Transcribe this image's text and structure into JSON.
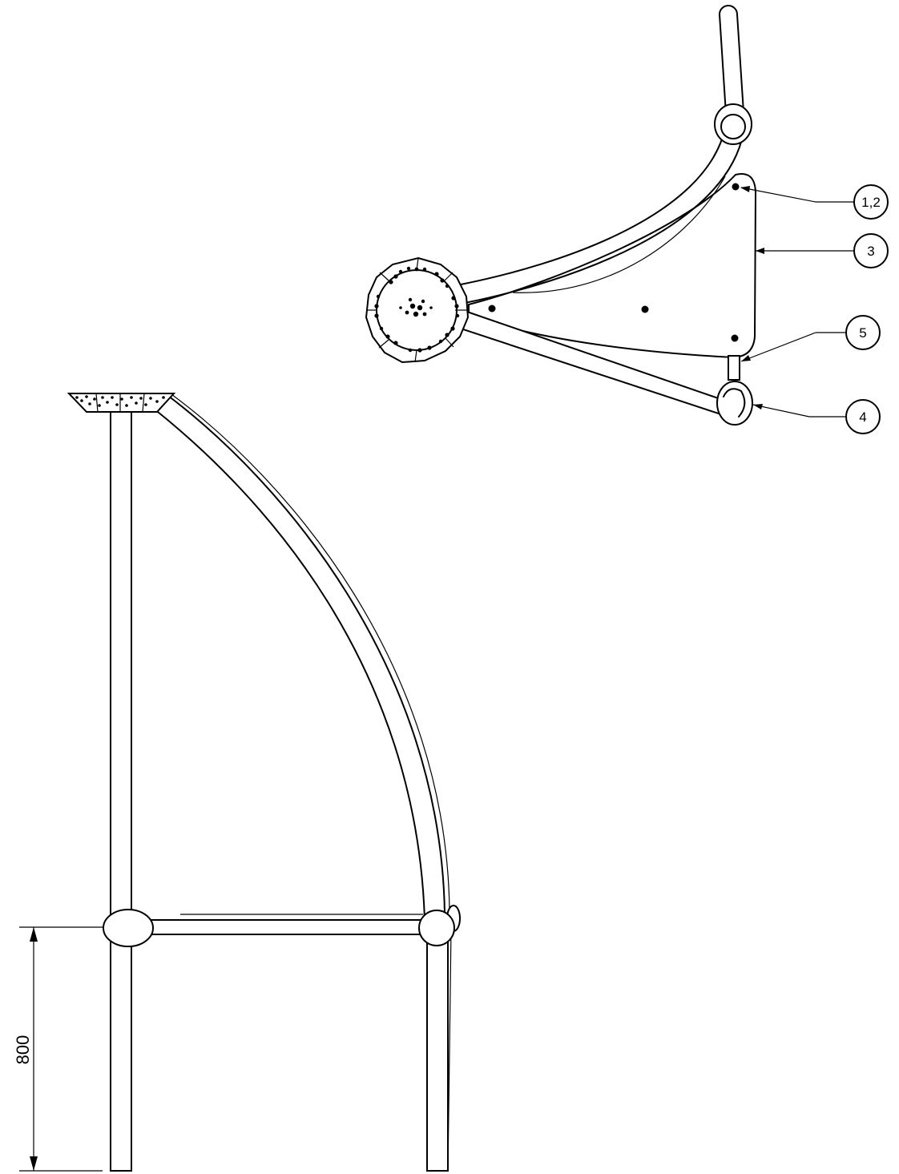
{
  "callouts": [
    {
      "label": "1,2"
    },
    {
      "label": "3"
    },
    {
      "label": "5"
    },
    {
      "label": "4"
    }
  ],
  "dimension": {
    "value": "800"
  }
}
